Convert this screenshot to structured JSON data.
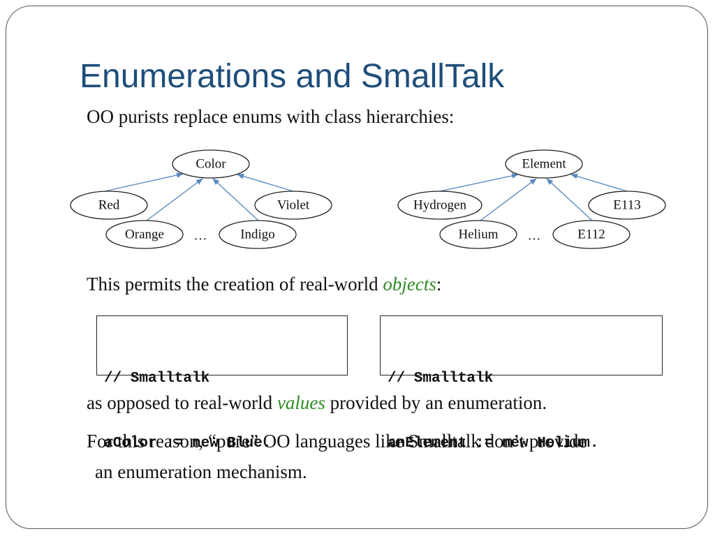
{
  "slide": {
    "title": "Enumerations and SmallTalk",
    "intro": "OO purists replace enums with class hierarchies:",
    "permits_prefix": "This permits the creation of real-world ",
    "permits_em": "objects",
    "permits_suffix": ":",
    "opposed_prefix": "as opposed to real-world ",
    "opposed_em": "values",
    "opposed_suffix": " provided by an enumeration.",
    "reason_line1": "For this reason, “pure” OO languages like Smalltalk don’t provide",
    "reason_line2": "an enumeration mechanism."
  },
  "diagrams": {
    "color": {
      "root": "Color",
      "children": [
        "Red",
        "Orange",
        "Indigo",
        "Violet"
      ],
      "ellipsis": "…"
    },
    "element": {
      "root": "Element",
      "children": [
        "Hydrogen",
        "Helium",
        "E112",
        "E113"
      ],
      "ellipsis": "…"
    }
  },
  "code": {
    "left": [
      "// Smalltalk",
      "aColor := new Blue."
    ],
    "right": [
      "// Smalltalk",
      "anElement := new Helium."
    ]
  },
  "colors": {
    "title": "#1f4e79",
    "emphasis": "#2e8b22",
    "arrow": "#5b8ac0"
  }
}
